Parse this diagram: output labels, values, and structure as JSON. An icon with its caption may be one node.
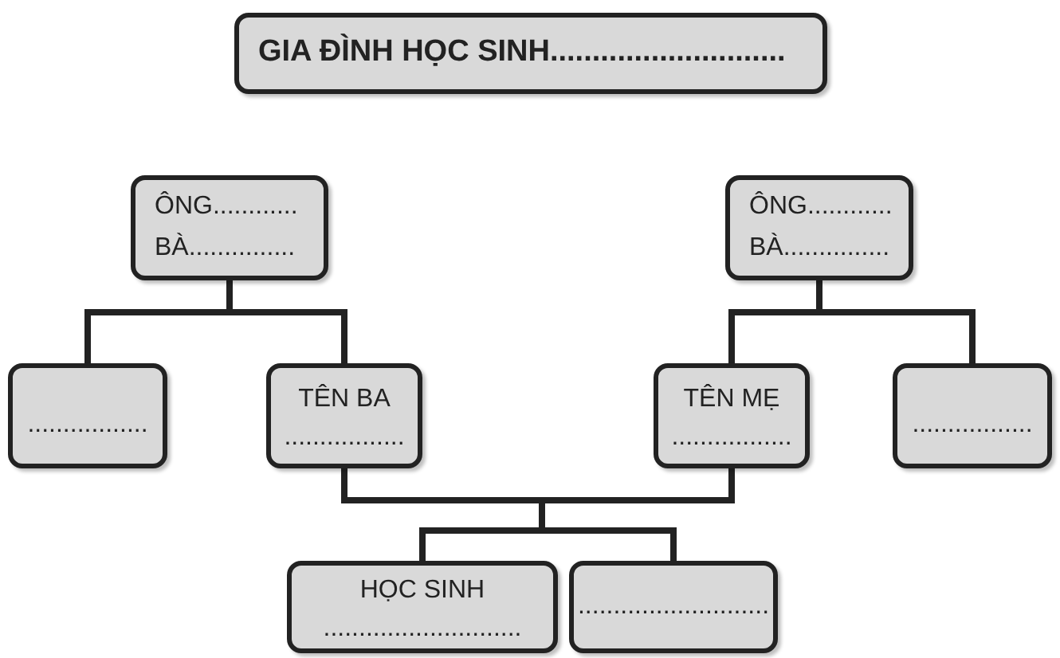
{
  "diagram": {
    "nodes": [
      {
        "text": [
          "GIA ĐÌNH HỌC SINH............................"
        ]
      },
      {
        "text": [
          "ÔNG............",
          "BÀ..............."
        ]
      },
      {
        "text": [
          "ÔNG............",
          "BÀ..............."
        ]
      },
      {
        "text": [
          "................."
        ]
      },
      {
        "text": [
          "TÊN BA",
          "................."
        ]
      },
      {
        "text": [
          "TÊN MẸ",
          "................."
        ]
      },
      {
        "text": [
          "................."
        ]
      },
      {
        "text": [
          "HỌC SINH",
          "............................"
        ]
      },
      {
        "text": [
          "..........................."
        ]
      }
    ],
    "edges": [
      {
        "from": 1,
        "to": 3,
        "arrow": "none"
      },
      {
        "from": 1,
        "to": 4,
        "arrow": "none"
      },
      {
        "from": 2,
        "to": 5,
        "arrow": "none"
      },
      {
        "from": 2,
        "to": 6,
        "arrow": "none"
      },
      {
        "from": 4,
        "to": 7,
        "arrow": "none"
      },
      {
        "from": 4,
        "to": 8,
        "arrow": "none"
      },
      {
        "from": 5,
        "to": 7,
        "arrow": "none"
      },
      {
        "from": 5,
        "to": 8,
        "arrow": "none"
      }
    ]
  }
}
